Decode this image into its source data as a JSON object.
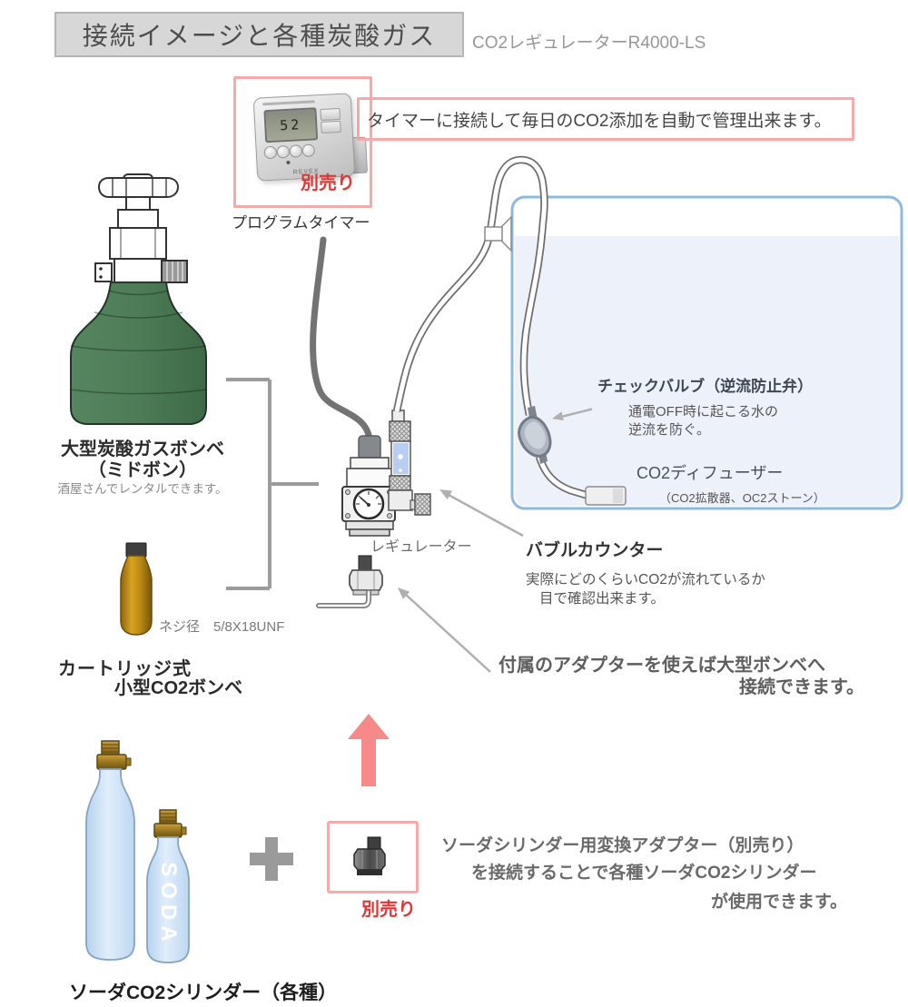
{
  "header": {
    "title": "接続イメージと各種炭酸ガス",
    "subtitle": "CO2レギュレーターR4000-LS"
  },
  "timer": {
    "callout": "タイマーに接続して毎日のCO2添加を自動で管理出来ます。",
    "sold_separately": "別売り",
    "caption": "プログラムタイマー",
    "device_display": "52",
    "device_brand": "REVEX"
  },
  "large_tank": {
    "label_line1": "大型炭酸ガスボンベ",
    "label_line2": "（ミドボン）",
    "note": "酒屋さんでレンタルできます。"
  },
  "cartridge": {
    "thread_label": "ネジ径　5/8X18UNF",
    "label_line1": "カートリッジ式",
    "label_line2": "小型CO2ボンベ"
  },
  "regulator": {
    "label": "レギュレーター"
  },
  "aquarium": {
    "check_valve": {
      "title": "チェックバルブ（逆流防止弁）",
      "desc_line1": "通電OFF時に起こる水の",
      "desc_line2": "逆流を防ぐ。"
    },
    "diffuser": {
      "title": "CO2ディフューザー",
      "subtitle": "（CO2拡散器、OC2ストーン）"
    }
  },
  "bubble_counter": {
    "title": "バブルカウンター",
    "desc_line1": "実際にどのくらいCO2が流れているか",
    "desc_line2": "目で確認出来ます。"
  },
  "adapter_note": {
    "line1": "付属のアダプターを使えば大型ボンベへ",
    "line2": "接続できます。"
  },
  "soda": {
    "bottle_text": "SODA",
    "plus_sign": "+",
    "label": "ソーダCO2シリンダー（各種）",
    "sold_separately": "別売り",
    "note_line1": "ソーダシリンダー用変換アダプター（別売り）",
    "note_line2": "を接続することで各種ソーダCO2シリンダー",
    "note_line3": "が使用できます。"
  },
  "colors": {
    "accent_pink": "#f7a8a8",
    "highlight_red": "#e23636",
    "tank_green": "#4d7c56",
    "water_blue": "#edf1f9",
    "aquarium_border": "#8fb8e0",
    "soda_blue": "#cfe2f6",
    "title_bg": "#d7d7d7"
  }
}
